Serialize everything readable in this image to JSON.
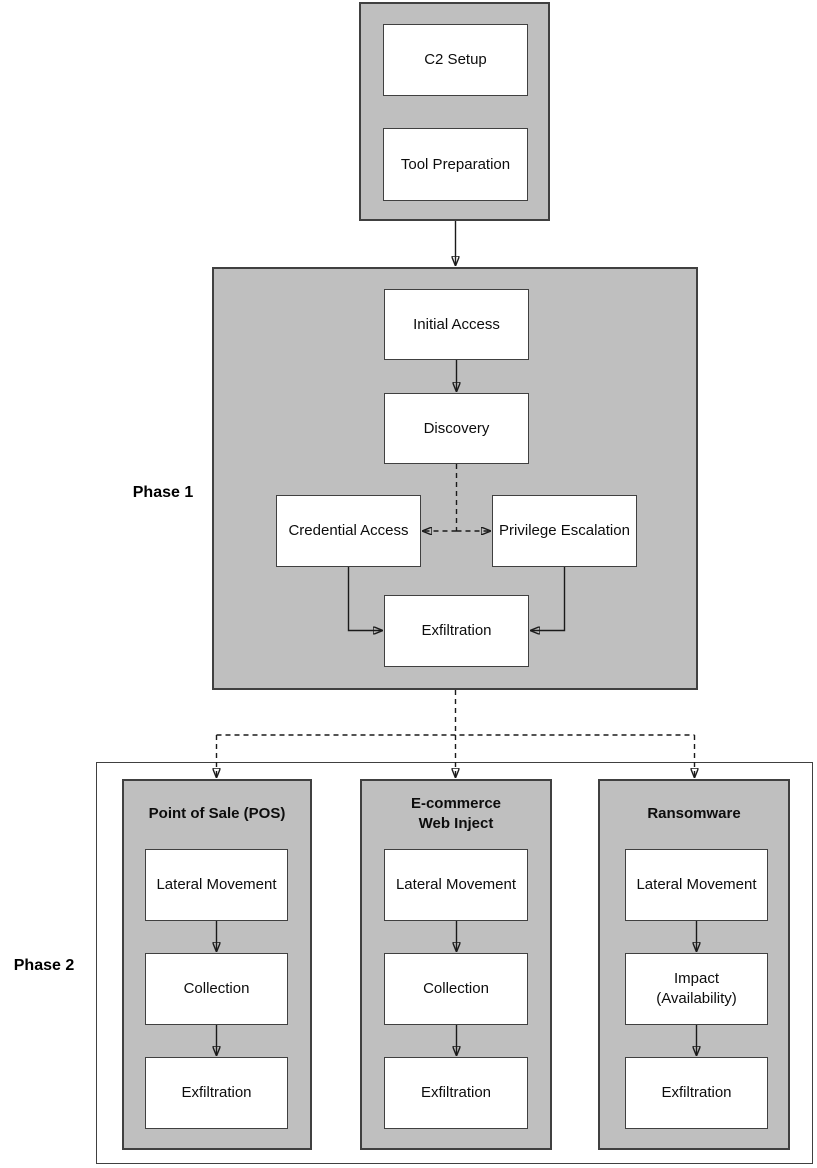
{
  "prep": {
    "c2_setup": "C2 Setup",
    "tool_preparation": "Tool Preparation"
  },
  "phase1": {
    "label": "Phase 1",
    "initial_access": "Initial Access",
    "discovery": "Discovery",
    "credential_access": "Credential Access",
    "privilege_escalation": "Privilege Escalation",
    "exfiltration": "Exfiltration"
  },
  "phase2": {
    "label": "Phase 2",
    "columns": [
      {
        "title": "Point of Sale (POS)",
        "steps": [
          "Lateral Movement",
          "Collection",
          "Exfiltration"
        ]
      },
      {
        "title": "E-commerce\nWeb Inject",
        "steps": [
          "Lateral Movement",
          "Collection",
          "Exfiltration"
        ]
      },
      {
        "title": "Ransomware",
        "steps": [
          "Lateral Movement",
          "Impact\n(Availability)",
          "Exfiltration"
        ]
      }
    ]
  },
  "colors": {
    "container_fill": "#bfbfbf",
    "node_fill": "#ffffff",
    "border": "#404040",
    "line": "#1a1a1a"
  }
}
